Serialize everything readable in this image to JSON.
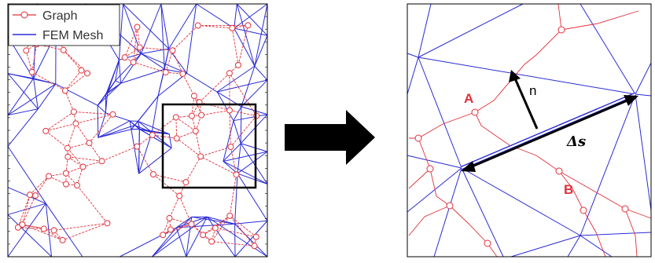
{
  "legend": {
    "graph_label": "Graph",
    "mesh_label": "FEM Mesh"
  },
  "annotations": {
    "region_a": "A",
    "region_b": "B",
    "normal": "n",
    "edge_length": "Δs"
  },
  "colors": {
    "mesh": "#2b2bd6",
    "graph": "#e0303a",
    "arrow": "#000000"
  },
  "icons": {
    "transition_arrow": "right-arrow-icon"
  }
}
